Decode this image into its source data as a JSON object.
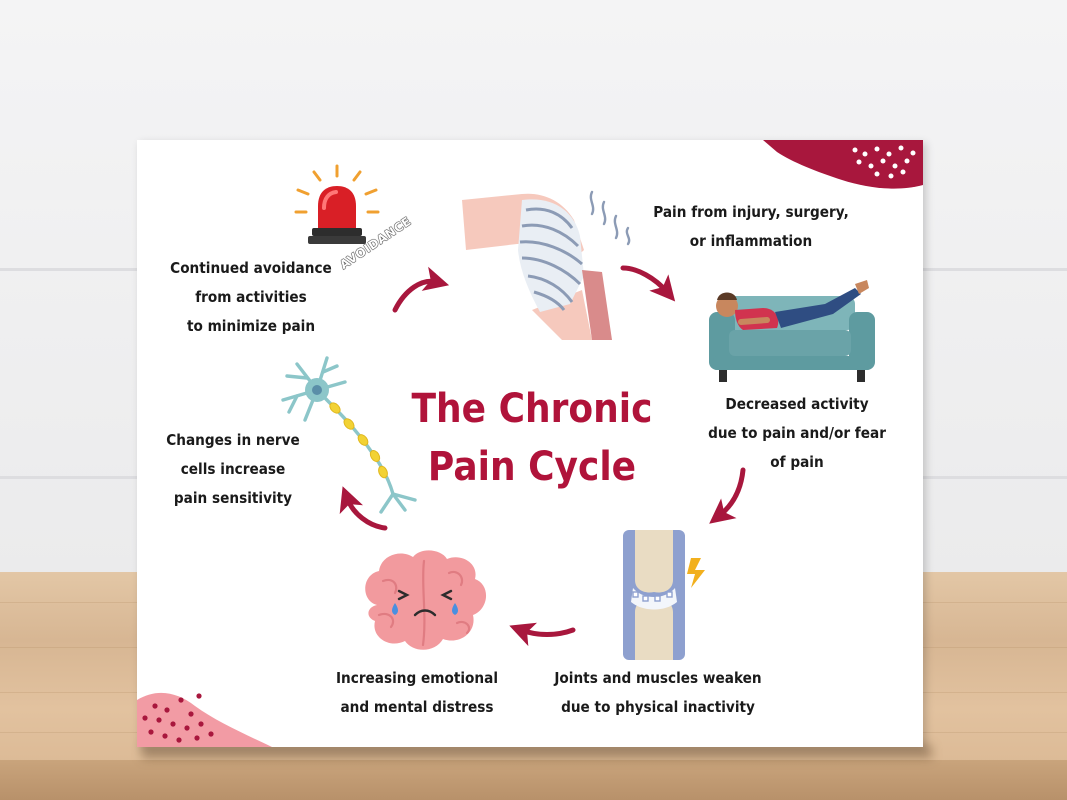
{
  "poster": {
    "title_line1": "The Chronic",
    "title_line2": "Pain Cycle",
    "avoidance_tag": "AVOIDANCE",
    "steps": [
      {
        "lines": [
          "Pain from injury, surgery,",
          "or inflammation"
        ],
        "icon": "bandaged-knee-icon"
      },
      {
        "lines": [
          "Decreased activity",
          "due to pain and/or fear",
          "of pain"
        ],
        "icon": "person-on-couch-icon"
      },
      {
        "lines": [
          "Joints and muscles weaken",
          "due to physical inactivity"
        ],
        "icon": "knee-joint-icon"
      },
      {
        "lines": [
          "Increasing emotional",
          "and mental distress"
        ],
        "icon": "crying-brain-icon"
      },
      {
        "lines": [
          "Changes in nerve",
          "cells increase",
          "pain sensitivity"
        ],
        "icon": "nerve-cell-icon"
      },
      {
        "lines": [
          "Continued avoidance",
          "from activities",
          "to minimize pain"
        ],
        "icon": "alarm-siren-icon"
      }
    ]
  },
  "colors": {
    "accent": "#b0133a",
    "arrow": "#a8173d",
    "text": "#1a1a1a",
    "couch": "#6aa3a8",
    "brain": "#f29a9e",
    "joint": "#8ea0cf",
    "neuron": "#8cc6c9",
    "siren": "#d91f26"
  }
}
